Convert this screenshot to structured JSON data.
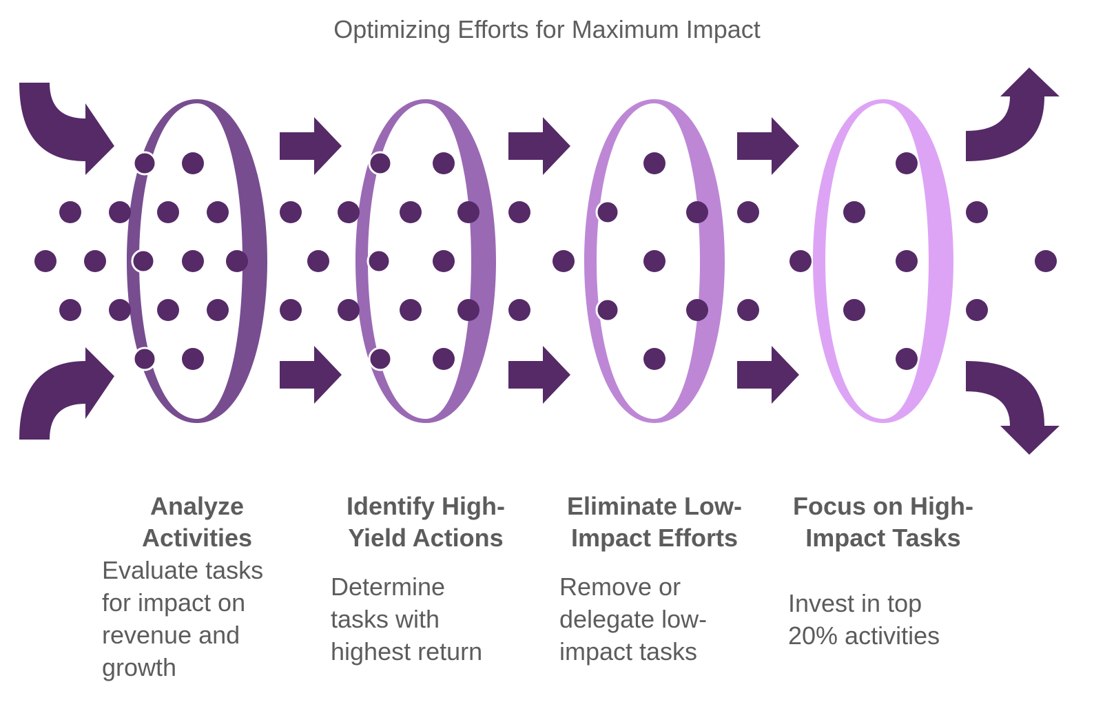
{
  "title": "Optimizing Efforts for Maximum Impact",
  "colors": {
    "arrow": "#552a67",
    "dot": "#552a67",
    "text": "#5c5c5c",
    "ring_1": "#774d90",
    "ring_2": "#9a69b4",
    "ring_3": "#bd87d6",
    "ring_4": "#dda4f5"
  },
  "steps": [
    {
      "title": "Analyze Activities",
      "description": "Evaluate tasks for impact on revenue and growth"
    },
    {
      "title": "Identify High-Yield Actions",
      "description": "Determine tasks with highest return"
    },
    {
      "title": "Eliminate Low-Impact Efforts",
      "description": "Remove or delegate low-impact tasks"
    },
    {
      "title": "Focus on High-Impact Tasks",
      "description": "Invest in top 20% activities"
    }
  ]
}
